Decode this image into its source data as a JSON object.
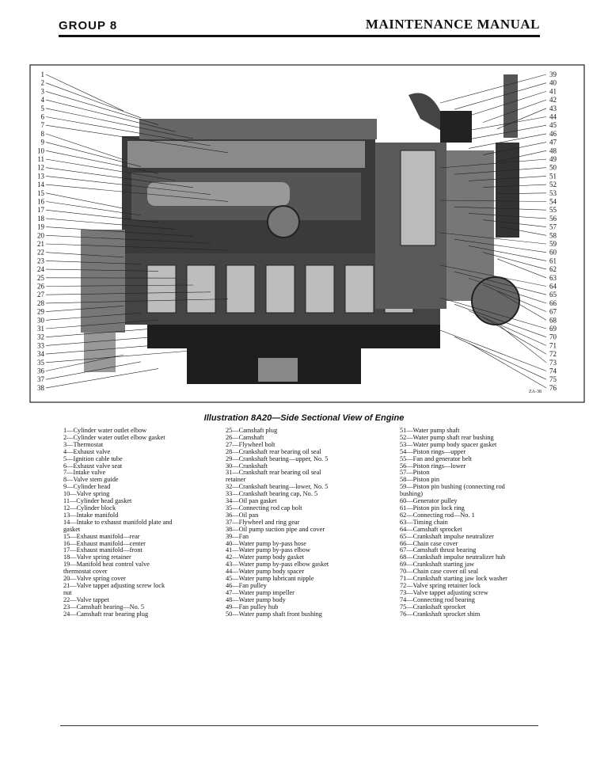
{
  "header": {
    "left": "GROUP 8",
    "right": "MAINTENANCE MANUAL"
  },
  "figure": {
    "left_numbers": [
      "1",
      "2",
      "3",
      "4",
      "5",
      "6",
      "7",
      "8",
      "9",
      "10",
      "11",
      "12",
      "13",
      "14",
      "15",
      "16",
      "17",
      "18",
      "19",
      "20",
      "21",
      "22",
      "23",
      "24",
      "25",
      "26",
      "27",
      "28",
      "29",
      "30",
      "31",
      "32",
      "33",
      "34",
      "35",
      "36",
      "37",
      "38"
    ],
    "right_numbers": [
      "39",
      "40",
      "41",
      "42",
      "43",
      "44",
      "45",
      "46",
      "47",
      "48",
      "49",
      "50",
      "51",
      "52",
      "53",
      "54",
      "55",
      "56",
      "57",
      "58",
      "59",
      "60",
      "61",
      "62",
      "63",
      "64",
      "65",
      "66",
      "67",
      "68",
      "69",
      "70",
      "71",
      "72",
      "73",
      "74",
      "75",
      "76"
    ],
    "stamp": "ZA-38"
  },
  "caption": "Illustration 8A20—Side Sectional View of Engine",
  "legend": {
    "col1": [
      "1—Cylinder water outlet elbow",
      "2—Cylinder water outlet elbow gasket",
      "3—Thermostat",
      "4—Exhaust valve",
      "5—Ignition cable tube",
      "6—Exhaust valve seat",
      "7—Intake valve",
      "8—Valve stem guide",
      "9—Cylinder head",
      "10—Valve spring",
      "11—Cylinder head gasket",
      "12—Cylinder block",
      "13—Intake manifold",
      "14—Intake to exhaust manifold plate and",
      "gasket",
      "15—Exhaust manifold—rear",
      "16—Exhaust manifold—center",
      "17—Exhaust manifold—front",
      "18—Valve spring retainer",
      "19—Manifold heat control valve",
      "thermostat cover",
      "20—Valve spring cover",
      "21—Valve tappet adjusting screw lock",
      "nut",
      "22—Valve tappet",
      "23—Camshaft bearing—No. 5",
      "24—Camshaft rear bearing plug"
    ],
    "col2": [
      "25—Camshaft plug",
      "26—Camshaft",
      "27—Flywheel bolt",
      "28—Crankshaft rear bearing oil seal",
      "29—Crankshaft bearing—upper, No. 5",
      "30—Crankshaft",
      "31—Crankshaft rear bearing oil seal",
      "retainer",
      "32—Crankshaft bearing—lower, No. 5",
      "33—Crankshaft bearing cap, No. 5",
      "34—Oil pan gasket",
      "35—Connecting rod cap bolt",
      "36—Oil pan",
      "37—Flywheel and ring gear",
      "38—Oil pump suction pipe and cover",
      "39—Fan",
      "40—Water pump by-pass hose",
      "41—Water pump by-pass elbow",
      "42—Water pump body gasket",
      "43—Water pump by-pass elbow gasket",
      "44—Water pump body spacer",
      "45—Water pump lubricant nipple",
      "46—Fan pulley",
      "47—Water pump impeller",
      "48—Water pump body",
      "49—Fan pulley hub",
      "50—Water pump shaft front bushing"
    ],
    "col3": [
      "51—Water pump shaft",
      "52—Water pump shaft rear bushing",
      "53—Water pump body spacer gasket",
      "54—Piston rings—upper",
      "55—Fan and generator belt",
      "56—Piston rings—lower",
      "57—Piston",
      "58—Piston pin",
      "59—Piston pin bushing (connecting rod",
      "bushing)",
      "60—Generator pulley",
      "61—Piston pin lock ring",
      "62—Connecting rod—No. 1",
      "63—Timing chain",
      "64—Camshaft sprocket",
      "65—Crankshaft impulse neutralizer",
      "66—Chain case cover",
      "67—Camshaft thrust bearing",
      "68—Crankshaft impulse neutralizer hub",
      "69—Crankshaft starting jaw",
      "70—Chain case cover oil seal",
      "71—Crankshaft starting jaw lock washer",
      "72—Valve spring retainer lock",
      "73—Valve tappet adjusting screw",
      "74—Connecting rod bearing",
      "75—Crankshaft sprocket",
      "76—Crankshaft sprocket shim"
    ]
  }
}
